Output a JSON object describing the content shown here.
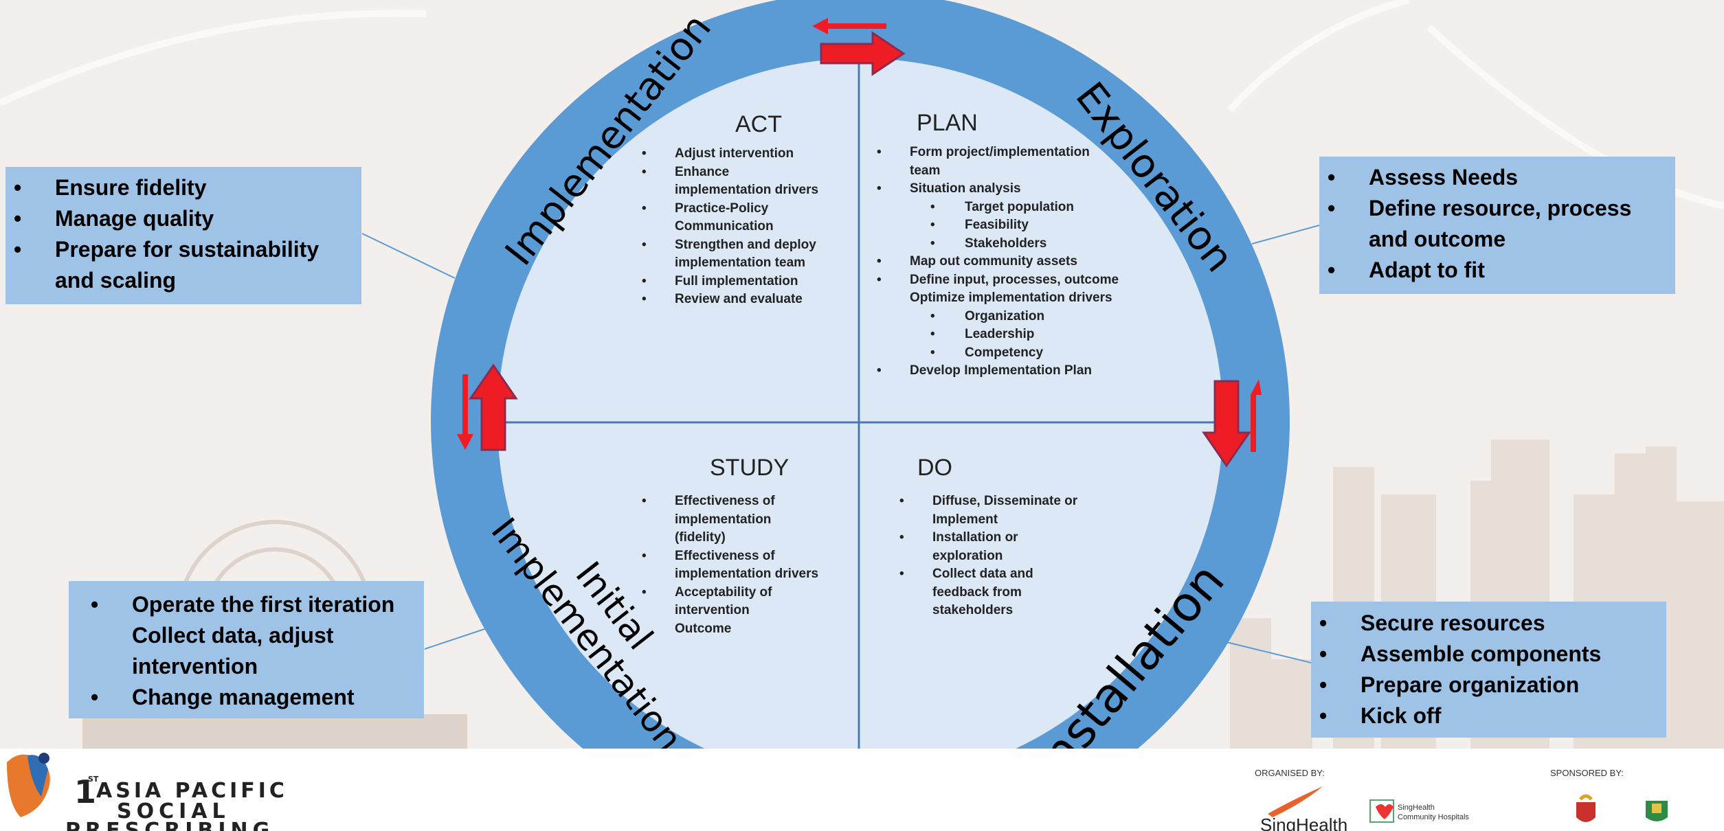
{
  "ring_labels": {
    "exploration": "Exploration",
    "implementation": "Implementation",
    "initial": "Initial",
    "initial_implementation": "Implementation",
    "installation": "Installation"
  },
  "quadrants": {
    "act": {
      "title": "ACT",
      "items": [
        {
          "text": "Adjust intervention",
          "level": 0
        },
        {
          "text": "Enhance",
          "level": 0
        },
        {
          "text": "implementation drivers",
          "level": 0,
          "continuation": true
        },
        {
          "text": "Practice-Policy",
          "level": 0
        },
        {
          "text": "Communication",
          "level": 0,
          "continuation": true
        },
        {
          "text": "Strengthen and deploy",
          "level": 0
        },
        {
          "text": "implementation team",
          "level": 0,
          "continuation": true
        },
        {
          "text": "Full implementation",
          "level": 0
        },
        {
          "text": "Review and evaluate",
          "level": 0
        }
      ]
    },
    "plan": {
      "title": "PLAN",
      "items": [
        {
          "text": "Form project/implementation",
          "level": 0
        },
        {
          "text": "team",
          "level": 0,
          "continuation": true
        },
        {
          "text": "Situation analysis",
          "level": 0
        },
        {
          "text": "Target population",
          "level": 1
        },
        {
          "text": "Feasibility",
          "level": 1
        },
        {
          "text": "Stakeholders",
          "level": 1
        },
        {
          "text": "Map out community assets",
          "level": 0
        },
        {
          "text": "Define input, processes, outcome",
          "level": 0
        },
        {
          "text": "Optimize implementation drivers",
          "level": 0,
          "continuation": true
        },
        {
          "text": "Organization",
          "level": 1
        },
        {
          "text": "Leadership",
          "level": 1
        },
        {
          "text": "Competency",
          "level": 1
        },
        {
          "text": "Develop Implementation Plan",
          "level": 0
        }
      ]
    },
    "study": {
      "title": "STUDY",
      "items": [
        {
          "text": "Effectiveness of",
          "level": 0
        },
        {
          "text": "implementation",
          "level": 0,
          "continuation": true
        },
        {
          "text": "(fidelity)",
          "level": 0,
          "continuation": true
        },
        {
          "text": "Effectiveness of",
          "level": 0
        },
        {
          "text": "implementation drivers",
          "level": 0,
          "continuation": true
        },
        {
          "text": "Acceptability of",
          "level": 0
        },
        {
          "text": "intervention",
          "level": 0,
          "continuation": true
        },
        {
          "text": "Outcome",
          "level": 0,
          "continuation": true
        }
      ]
    },
    "do": {
      "title": "DO",
      "items": [
        {
          "text": "Diffuse, Disseminate or",
          "level": 0
        },
        {
          "text": "Implement",
          "level": 0,
          "continuation": true
        },
        {
          "text": "Installation or",
          "level": 0
        },
        {
          "text": "exploration",
          "level": 0,
          "continuation": true
        },
        {
          "text": "Collect data and",
          "level": 0
        },
        {
          "text": "feedback from",
          "level": 0,
          "continuation": true
        },
        {
          "text": "stakeholders",
          "level": 0,
          "continuation": true
        }
      ]
    }
  },
  "callouts": {
    "top_left": [
      {
        "text": "Ensure fidelity"
      },
      {
        "text": "Manage quality"
      },
      {
        "text": "Prepare for sustainability"
      },
      {
        "text": "and scaling",
        "continuation": true
      }
    ],
    "top_right": [
      {
        "text": "Assess Needs"
      },
      {
        "text": "Define resource, process"
      },
      {
        "text": "and outcome",
        "continuation": true
      },
      {
        "text": "Adapt to fit"
      }
    ],
    "bottom_left": [
      {
        "text": "Operate the first iteration"
      },
      {
        "text": "Collect data, adjust",
        "continuation": true
      },
      {
        "text": "intervention",
        "continuation": true
      },
      {
        "text": "Change management"
      }
    ],
    "bottom_right": [
      {
        "text": "Secure resources"
      },
      {
        "text": "Assemble components"
      },
      {
        "text": "Prepare organization"
      },
      {
        "text": "Kick off"
      }
    ]
  },
  "bullet": "•",
  "footer": {
    "event_line1": "ASIA PACIFIC",
    "event_line2": "SOCIAL",
    "event_line3": "PRESCRIBING",
    "event_ordinal_digit": "1",
    "event_ordinal_suffix": "ST",
    "organised_by": "ORGANISED BY:",
    "sponsored_by": "SPONSORED BY:",
    "singhealth": "SingHealth",
    "community_hospitals_line1": "SingHealth",
    "community_hospitals_line2": "Community Hospitals"
  },
  "colors": {
    "ring": "#5b9bd5",
    "inner_circle": "#dce8f5",
    "callout_box": "#9fc3e6",
    "arrow": "#ee1c25",
    "divider": "#4a78b5"
  }
}
